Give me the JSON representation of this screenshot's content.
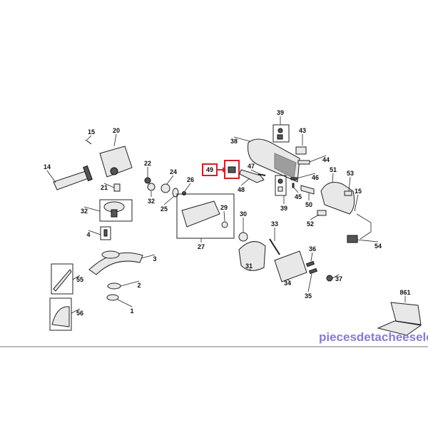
{
  "diagram": {
    "title": "Angle grinder exploded parts diagram",
    "highlight_color": "#d0202a",
    "highlighted_part": "49",
    "watermark": "piecesdetacheeselec.com",
    "callouts": [
      "15",
      "20",
      "14",
      "22",
      "24",
      "26",
      "21",
      "32",
      "32",
      "25",
      "29",
      "27",
      "4",
      "30",
      "31",
      "33",
      "34",
      "36",
      "37",
      "35",
      "3",
      "55",
      "2",
      "56",
      "1",
      "38",
      "39",
      "43",
      "44",
      "49",
      "47",
      "48",
      "46",
      "45",
      "39",
      "50",
      "51",
      "53",
      "15",
      "52",
      "54",
      "861"
    ]
  }
}
